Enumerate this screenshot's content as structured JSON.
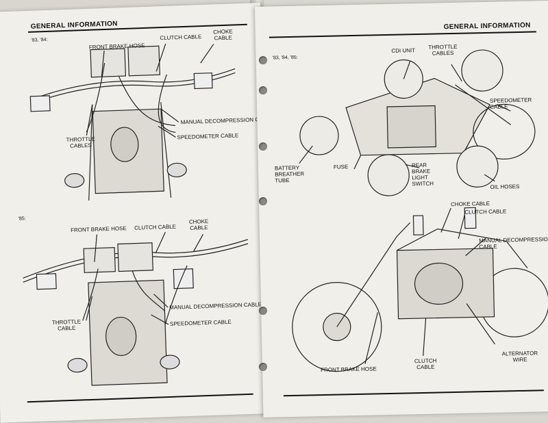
{
  "left_page": {
    "header": "GENERAL INFORMATION",
    "diagram1": {
      "year_label": "'83, '84:",
      "labels": {
        "front_brake_hose": "FRONT BRAKE HOSE",
        "clutch_cable": "CLUTCH CABLE",
        "choke_cable": "CHOKE\nCABLE",
        "throttle_cables": "THROTTLE\nCABLES",
        "manual_decompression_cable": "MANUAL DECOMPRESSION CABLE",
        "speedometer_cable": "SPEEDOMETER CABLE"
      }
    },
    "diagram2": {
      "year_label": "'85:",
      "labels": {
        "front_brake_hose": "FRONT BRAKE HOSE",
        "clutch_cable": "CLUTCH CABLE",
        "choke_cable": "CHOKE\nCABLE",
        "throttle_cable": "THROTTLE\nCABLE",
        "manual_decompression_cable": "MANUAL DECOMPRESSION CABLE",
        "speedometer_cable": "SPEEDOMETER CABLE"
      }
    }
  },
  "right_page": {
    "header": "GENERAL INFORMATION",
    "diagram1": {
      "year_label": "'83, '84, '85:",
      "labels": {
        "cdi_unit": "CDI UNIT",
        "throttle_cables": "THROTTLE\nCABLES",
        "speedometer_cable": "SPEEDOMETER\nCABLE",
        "battery_breather_tube": "BATTERY\nBREATHER\nTUBE",
        "fuse": "FUSE",
        "rear_brake_light_switch": "REAR\nBRAKE\nLIGHT\nSWITCH",
        "oil_hoses": "OIL HOSES"
      }
    },
    "diagram2": {
      "labels": {
        "choke_cable": "CHOKE CABLE",
        "clutch_cable_top": "CLUTCH CABLE",
        "manual_decompression_cable": "MANUAL DECOMPRESSION\nCABLE",
        "front_brake_hose": "FRONT BRAKE HOSE",
        "clutch_cable_bottom": "CLUTCH\nCABLE",
        "alternator_wire": "ALTERNATOR\nWIRE"
      }
    }
  }
}
